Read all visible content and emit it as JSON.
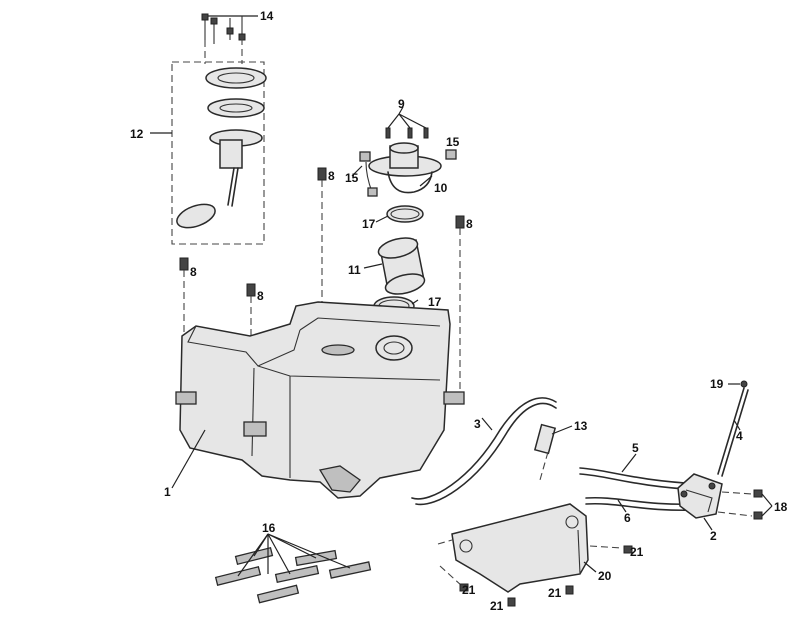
{
  "callouts": {
    "c1": "1",
    "c2": "2",
    "c3": "3",
    "c4": "4",
    "c5": "5",
    "c6": "6",
    "c8a": "8",
    "c8b": "8",
    "c8c": "8",
    "c8d": "8",
    "c9": "9",
    "c10": "10",
    "c11": "11",
    "c12": "12",
    "c13": "13",
    "c14": "14",
    "c15a": "15",
    "c15b": "15",
    "c16": "16",
    "c17a": "17",
    "c17b": "17",
    "c18": "18",
    "c19": "19",
    "c20": "20",
    "c21a": "21",
    "c21b": "21",
    "c21c": "21",
    "c21d": "21"
  }
}
